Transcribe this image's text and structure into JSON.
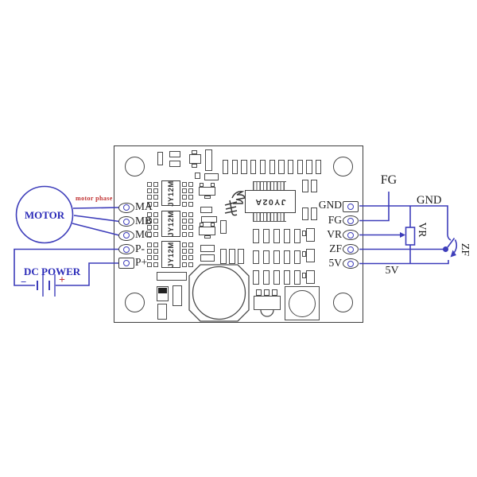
{
  "motor": {
    "label": "MOTOR"
  },
  "annotations": {
    "motor_phase": "motor phase"
  },
  "dc_power": {
    "label": "DC POWER",
    "minus": "−",
    "plus": "+"
  },
  "board": {
    "left_pads": [
      {
        "label": "MA"
      },
      {
        "label": "MB"
      },
      {
        "label": "MC"
      },
      {
        "label": "P-"
      },
      {
        "label": "P+"
      }
    ],
    "right_pads": [
      {
        "label": "GND"
      },
      {
        "label": "FG"
      },
      {
        "label": "VR"
      },
      {
        "label": "ZF"
      },
      {
        "label": "5V"
      }
    ],
    "ics": {
      "driver": "JY12M",
      "main": "JY02A"
    }
  },
  "external": {
    "fg": "FG",
    "gnd": "GND",
    "vr": "VR",
    "zf": "ZF",
    "v5": "5V"
  },
  "colors": {
    "wire": "#3d3dba",
    "red": "#c03030",
    "blue_text": "#2a2ab8",
    "line": "#444444"
  }
}
